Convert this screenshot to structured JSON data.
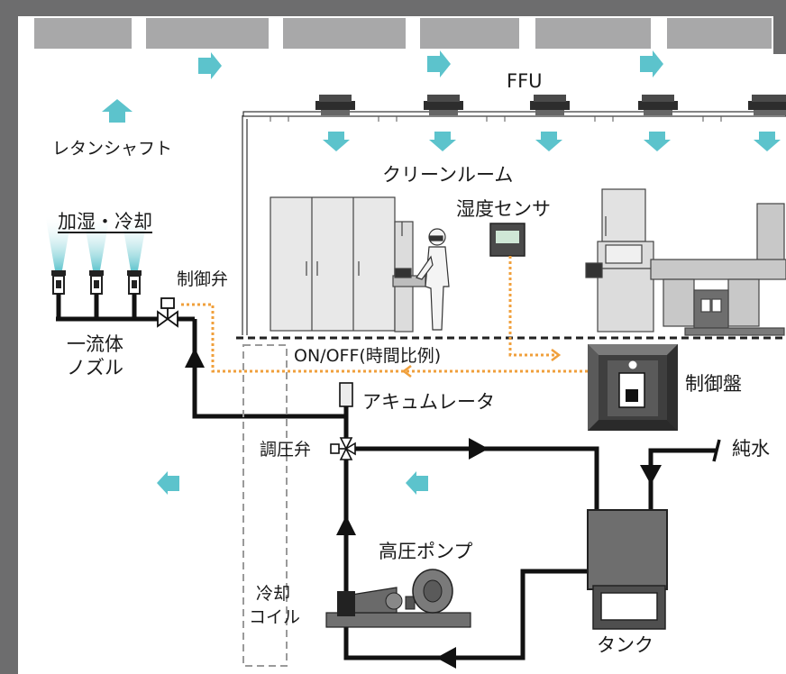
{
  "labels": {
    "ffu": "FFU",
    "return_shaft": "レタンシャフト",
    "clean_room": "クリーンルーム",
    "humidify_cool": "加湿・冷却",
    "humidity_sensor": "湿度センサ",
    "control_valve": "制御弁",
    "single_fluid_nozzle_1": "一流体",
    "single_fluid_nozzle_2": "ノズル",
    "onoff": "ON/OFF(時間比例)",
    "control_panel": "制御盤",
    "accumulator": "アキュムレータ",
    "pressure_valve": "調圧弁",
    "pure_water": "純水",
    "hp_pump": "高圧ポンプ",
    "cooling_coil_1": "冷却",
    "cooling_coil_2": "コイル",
    "tank": "タンク"
  },
  "colors": {
    "wall": "#6d6d6e",
    "ceiling_panel": "#a8a8a9",
    "airflow_arrow": "#5cc3cc",
    "pipe": "#111111",
    "signal_line": "#f0a03c",
    "equipment": "#d9d9d9",
    "coil_dash": "#9a9a9a"
  }
}
